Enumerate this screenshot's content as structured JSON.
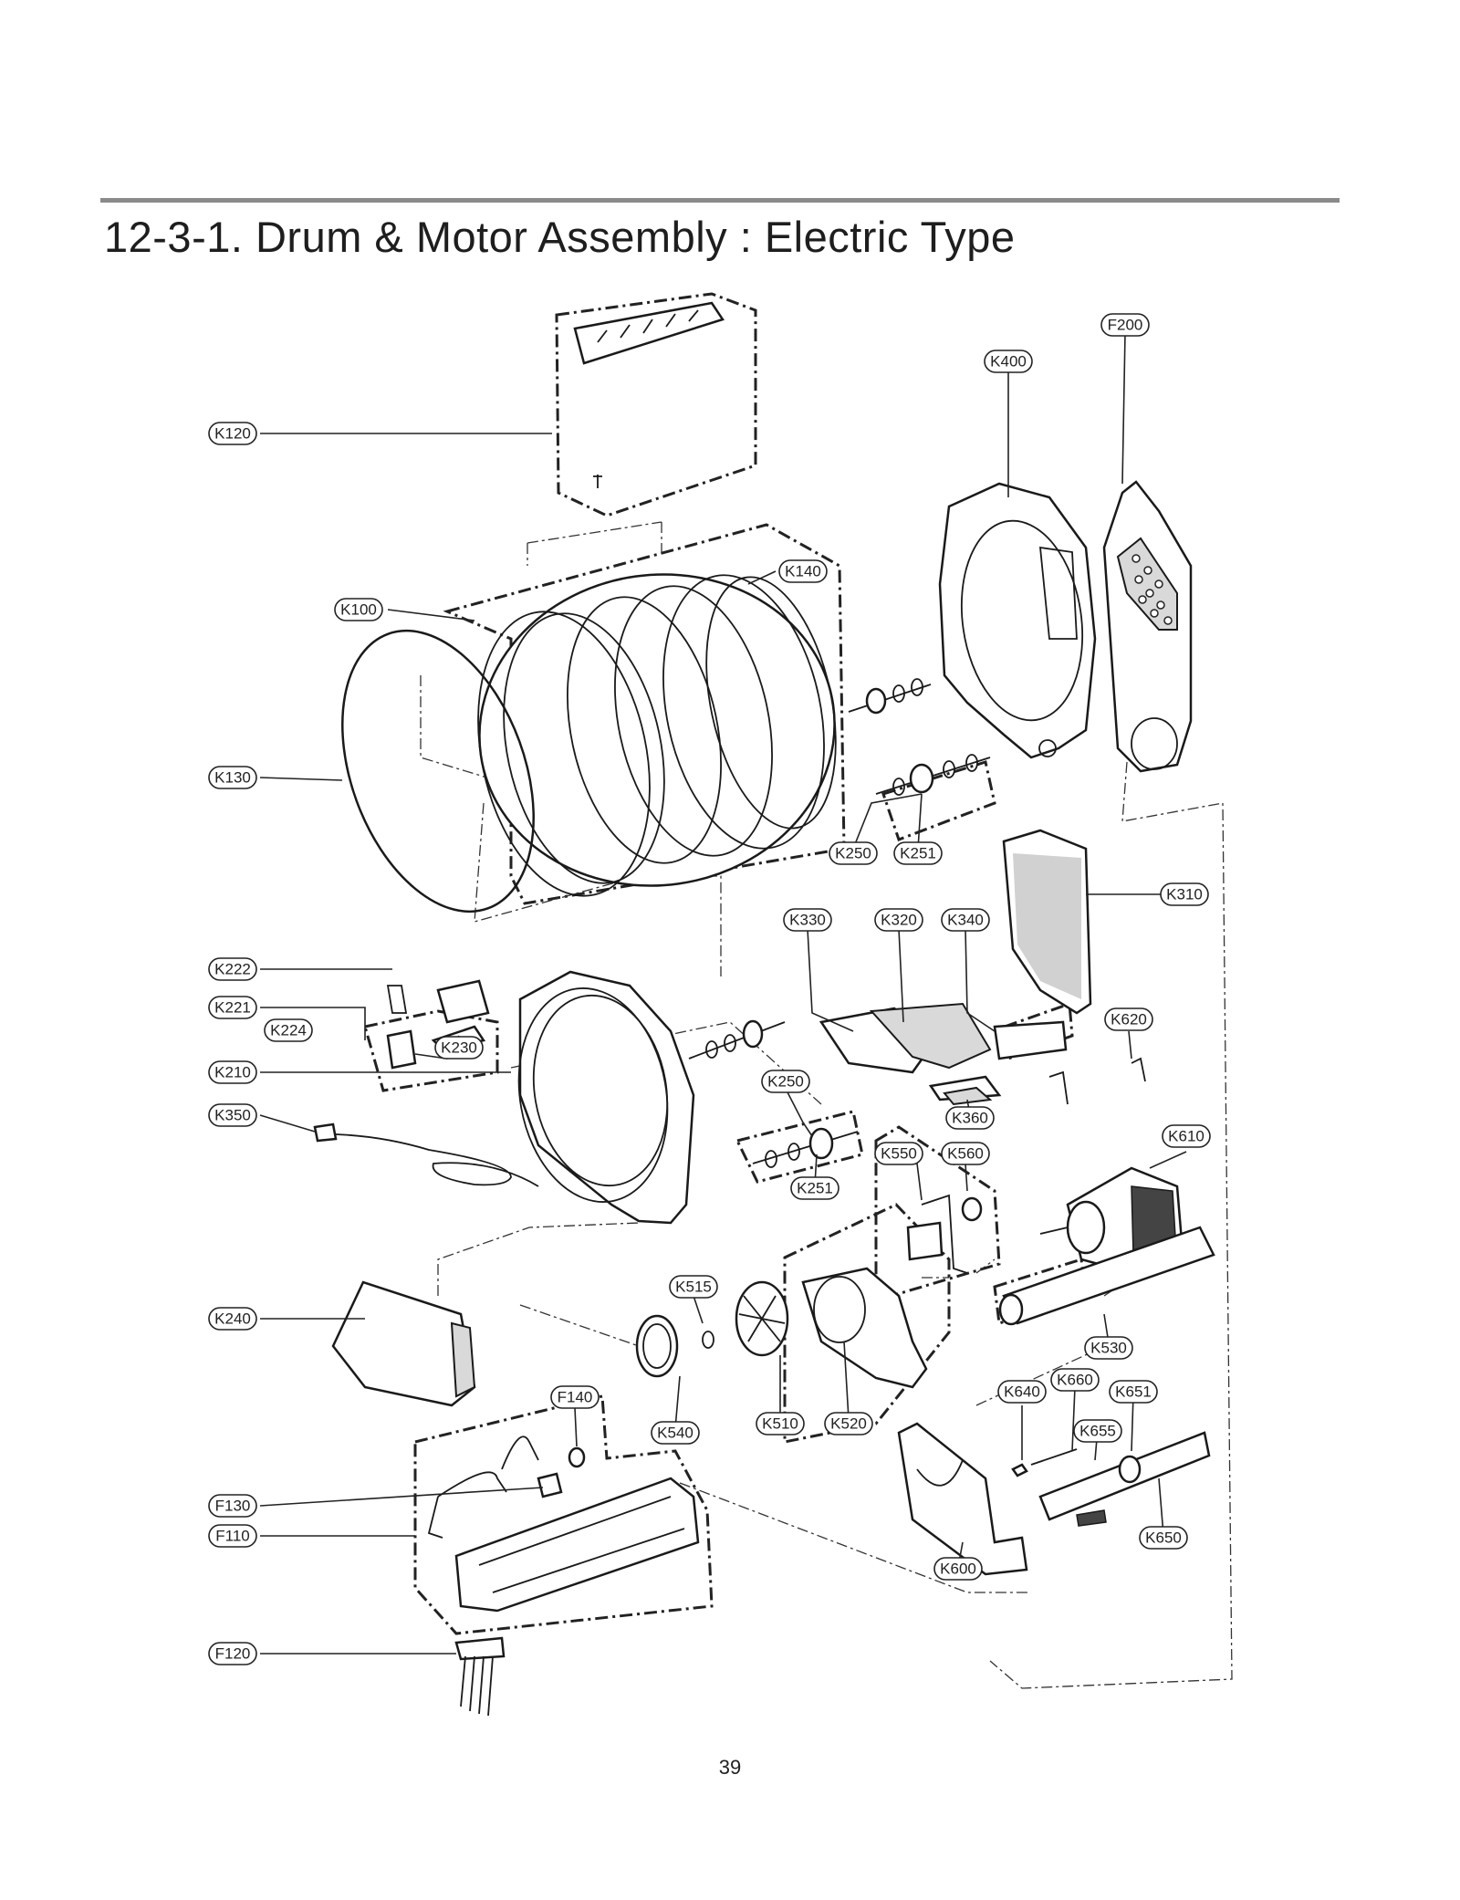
{
  "title": "12-3-1. Drum & Motor Assembly : Electric Type",
  "page_number": "39",
  "callouts": [
    "F200",
    "K400",
    "K120",
    "K140",
    "K100",
    "K130",
    "K250",
    "K251",
    "K310",
    "K330",
    "K320",
    "K340",
    "K222",
    "K221",
    "K224",
    "K230",
    "K620",
    "K210",
    "K250",
    "K360",
    "K350",
    "K550",
    "K560",
    "K610",
    "K251",
    "K515",
    "K240",
    "K530",
    "K640",
    "K660",
    "K651",
    "F140",
    "K540",
    "K510",
    "K520",
    "K655",
    "F130",
    "F110",
    "K650",
    "K600",
    "F120"
  ]
}
